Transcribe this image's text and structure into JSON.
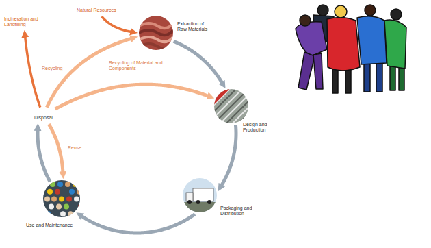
{
  "diagram": {
    "nodes": [
      {
        "text": [
          "Natural Resources"
        ]
      },
      {
        "text": [
          "Incineration and Landfilling"
        ]
      },
      {
        "text": [
          "Extraction of Raw Materials"
        ]
      },
      {
        "text": [
          "Disposal"
        ]
      },
      {
        "text": [
          "Design and Production"
        ]
      },
      {
        "text": [
          "Use and Maintenance"
        ]
      },
      {
        "text": [
          "Packaging and Distribution"
        ]
      }
    ],
    "edges": [
      {
        "from": 0,
        "to": 2,
        "arrow": "to"
      },
      {
        "from": 2,
        "to": 4,
        "arrow": "to"
      },
      {
        "from": 4,
        "to": 6,
        "arrow": "to"
      },
      {
        "from": 6,
        "to": 5,
        "arrow": "to"
      },
      {
        "from": 5,
        "to": 3,
        "arrow": "to"
      },
      {
        "from": 3,
        "to": 1,
        "arrow": "to"
      },
      {
        "from": 3,
        "to": 2,
        "label": "Recycling",
        "arrow": "to"
      },
      {
        "from": 3,
        "to": 4,
        "label": "Recycling of Material and Components",
        "arrow": "to"
      },
      {
        "from": 3,
        "to": 5,
        "label": "Reuse",
        "arrow": "to"
      }
    ]
  }
}
